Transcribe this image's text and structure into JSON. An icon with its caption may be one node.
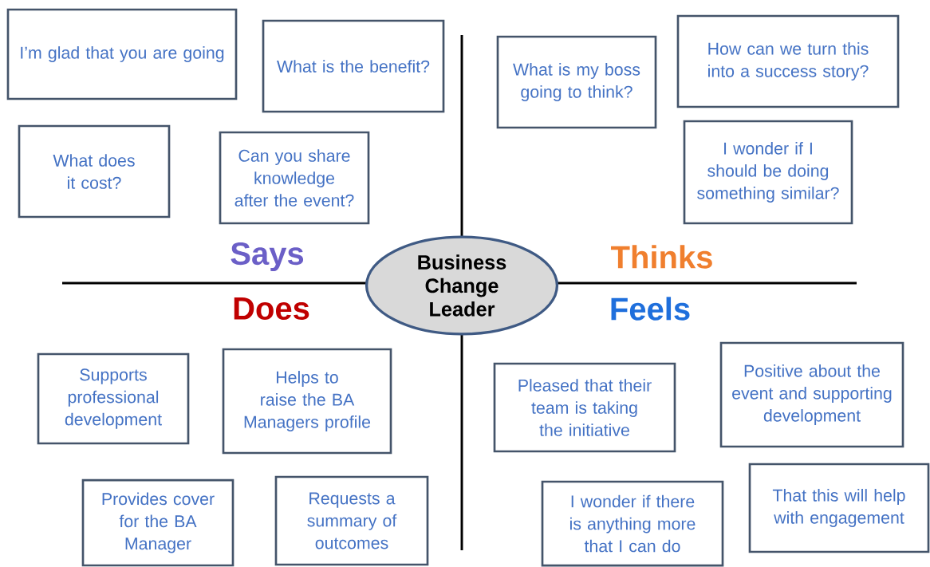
{
  "diagram": {
    "nodes": [
      {
        "text": [
          "Business Change Leader"
        ]
      },
      {
        "text": [
          "I’m glad that you are going"
        ]
      },
      {
        "text": [
          "What is the benefit?"
        ]
      },
      {
        "text": [
          "What does it cost?"
        ]
      },
      {
        "text": [
          "Can you share knowledge after the event?"
        ]
      },
      {
        "text": [
          "What is my boss going to think?"
        ]
      },
      {
        "text": [
          "How can we turn this into a success story?"
        ]
      },
      {
        "text": [
          "I wonder if I should be doing something similar?"
        ]
      },
      {
        "text": [
          "Supports professional development"
        ]
      },
      {
        "text": [
          "Helps to raise the BA Managers profile"
        ]
      },
      {
        "text": [
          "Provides cover for the BA Manager"
        ]
      },
      {
        "text": [
          "Requests a summary of outcomes"
        ]
      },
      {
        "text": [
          "Pleased that their team is taking the initiative"
        ]
      },
      {
        "text": [
          "Positive about the event and supporting development"
        ]
      },
      {
        "text": [
          "I wonder if there is anything more that I can do"
        ]
      },
      {
        "text": [
          "That this will help with engagement"
        ]
      }
    ],
    "labels": [
      "Says",
      "Thinks",
      "Does",
      "Feels"
    ]
  }
}
